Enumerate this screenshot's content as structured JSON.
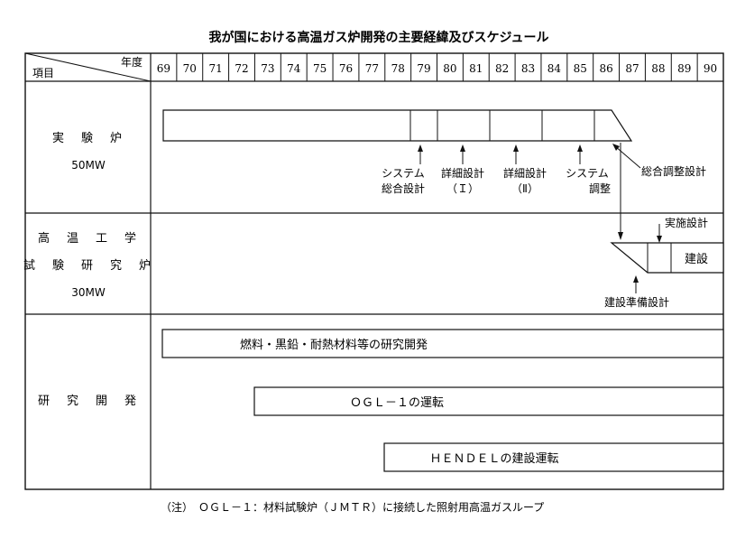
{
  "title": "我が国における高温ガス炉開発の主要経緯及びスケジュール",
  "header": {
    "year_label": "年度",
    "item_label": "項目"
  },
  "years": [
    "69",
    "70",
    "71",
    "72",
    "73",
    "74",
    "75",
    "76",
    "77",
    "78",
    "79",
    "80",
    "81",
    "82",
    "83",
    "84",
    "85",
    "86",
    "87",
    "88",
    "89",
    "90"
  ],
  "rows": {
    "experimental": {
      "name": "実　験　炉",
      "power": "50MW"
    },
    "htr": {
      "name_line1": "高　温　工　学",
      "name_line2": "試　験　研　究　炉",
      "power": "30MW"
    },
    "rnd": {
      "name": "研　究　開　発"
    }
  },
  "annotations": {
    "system_design": [
      "システム",
      "総合設計"
    ],
    "detailed_design_1": [
      "詳細設計",
      "（Ｉ）"
    ],
    "detailed_design_2": [
      "詳細設計",
      "（Ⅱ）"
    ],
    "system_adjust": [
      "システム",
      "調整"
    ],
    "overall_adjust_design": "総合調整設計",
    "implementation_design": "実施設計",
    "construction": "建設",
    "construction_prep_design": "建設準備設計"
  },
  "bars": {
    "fuel_rnd": "燃料・黒鉛・耐熱材料等の研究開発",
    "ogl_operation": "ＯＧＬ－１の運転",
    "hendel": "ＨＥＮＤＥＬの建設運転"
  },
  "note": "（注）　ＯＧＬ－１：材料試験炉（ＪＭＴＲ）に接続した照射用高温ガスループ"
}
